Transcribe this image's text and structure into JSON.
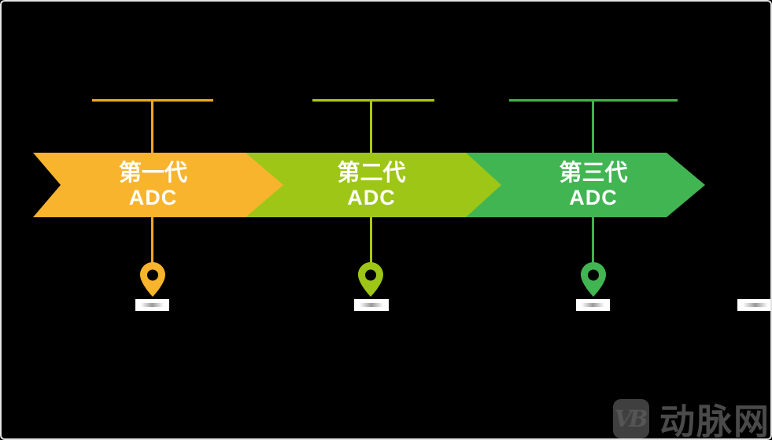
{
  "canvas": {
    "background": "#000000",
    "frame_color": "#E4E4E4"
  },
  "timeline": {
    "stages": [
      {
        "title": "第一代",
        "subtitle": "ADC",
        "color": "#F9B42E",
        "line_color": "#F2A81D"
      },
      {
        "title": "第二代",
        "subtitle": "ADC",
        "color": "#9DC617",
        "line_color": "#AFC617"
      },
      {
        "title": "第三代",
        "subtitle": "ADC",
        "color": "#42B553",
        "line_color": "#3DB54A"
      }
    ]
  },
  "watermark": {
    "monogram": "VB",
    "brand": "动脉网",
    "text_color": "#4A4A4A",
    "logo_background": "#3F3F3F"
  }
}
